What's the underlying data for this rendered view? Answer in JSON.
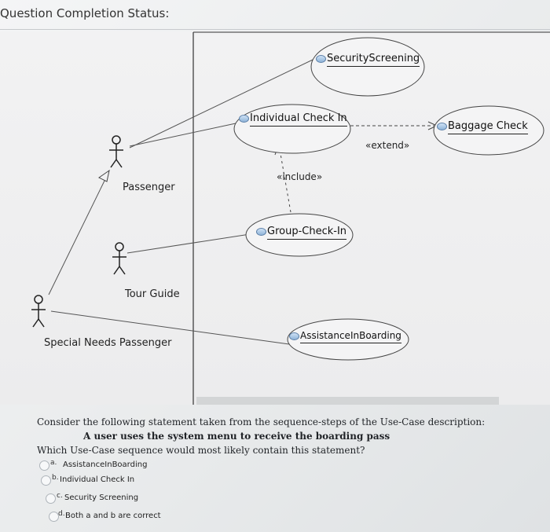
{
  "status": {
    "title": "Question Completion Status:"
  },
  "diagram": {
    "actors": {
      "passenger": "Passenger",
      "tour_guide": "Tour Guide",
      "special_needs": "Special Needs Passenger"
    },
    "use_cases": {
      "security_screening": "SecurityScreening",
      "individual_check_in": "Individual Check In",
      "baggage_check": "Baggage Check",
      "group_check_in": "Group-Check-In",
      "assistance_boarding": "AssistanceInBoarding"
    },
    "stereotypes": {
      "extend": "«extend»",
      "include": "«include»"
    }
  },
  "question": {
    "line1": "Consider the following statement taken from the sequence-steps of the Use-Case description:",
    "line2": "A user uses the system menu to receive the boarding pass",
    "line3": "Which Use-Case sequence would most likely contain this statement?",
    "options": [
      {
        "letter": "a.",
        "text": "AssistanceInBoarding"
      },
      {
        "letter": "b.",
        "text": "Individual Check In"
      },
      {
        "letter": "c.",
        "text": "Security Screening"
      },
      {
        "letter": "d.",
        "text": "Both a and b are correct"
      }
    ]
  }
}
